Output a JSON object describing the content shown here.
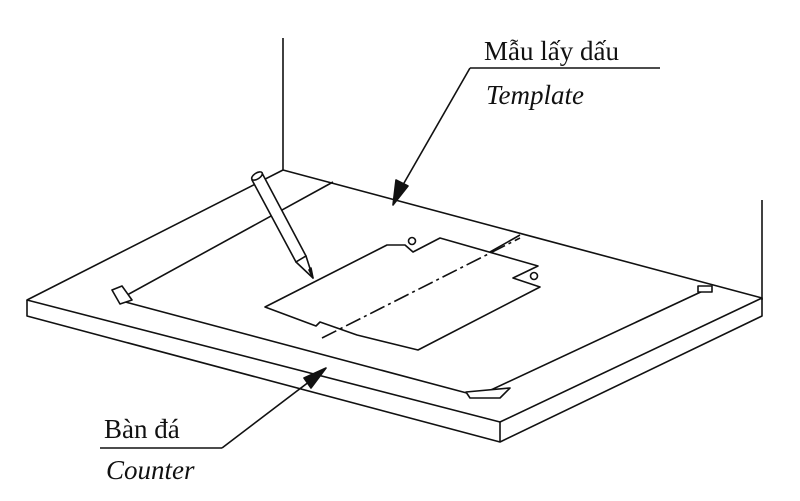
{
  "labels": {
    "template_vi": "Mẫu lấy dấu",
    "template_en": "Template",
    "counter_vi": "Bàn đá",
    "counter_en": "Counter"
  },
  "colors": {
    "line": "#111111",
    "background": "#ffffff"
  }
}
